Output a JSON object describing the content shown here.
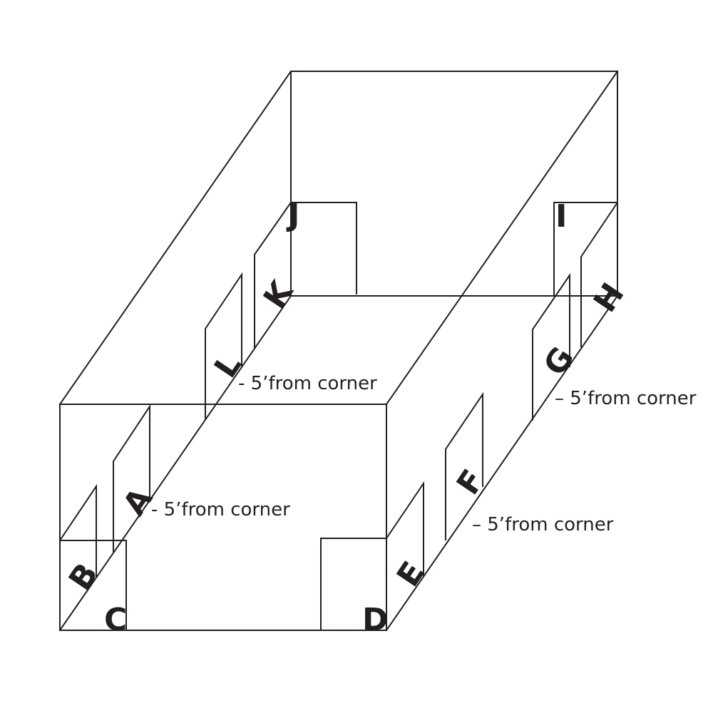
{
  "labels": {
    "a": "A",
    "b": "B",
    "c": "C",
    "d": "D",
    "e": "E",
    "f": "F",
    "g": "G",
    "h": "H",
    "i": "I",
    "j": "J",
    "k": "K",
    "l": "L"
  },
  "notes": {
    "left_front": "- 5’from corner",
    "left_back": "- 5’from corner",
    "right_front": "– 5’from corner",
    "right_back": "– 5’from corner"
  }
}
